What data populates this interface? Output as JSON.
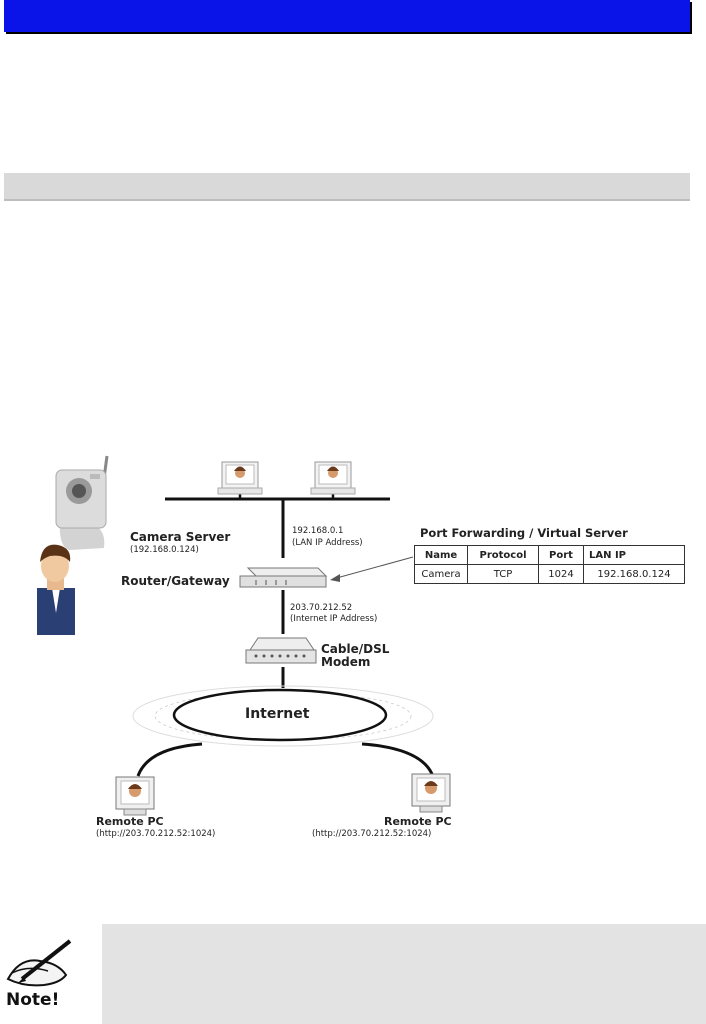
{
  "diagram": {
    "camera_server_label": "Camera Server",
    "camera_server_ip": "(192.168.0.124)",
    "lan_ip": "192.168.0.1",
    "lan_ip_caption": "(LAN IP Address)",
    "router_label": "Router/Gateway",
    "internet_ip": "203.70.212.52",
    "internet_ip_caption": "(Internet IP Address)",
    "modem_label_line1": "Cable/DSL",
    "modem_label_line2": "Modem",
    "internet_label": "Internet",
    "remote_pc_left_label": "Remote PC",
    "remote_pc_left_url": "(http://203.70.212.52:1024)",
    "remote_pc_right_label": "Remote PC",
    "remote_pc_right_url": "(http://203.70.212.52:1024)"
  },
  "port_forwarding": {
    "title": "Port Forwarding / Virtual Server",
    "headers": [
      "Name",
      "Protocol",
      "Port",
      "LAN IP"
    ],
    "row": [
      "Camera",
      "TCP",
      "1024",
      "192.168.0.124"
    ]
  },
  "note": {
    "label": "Note!",
    "text": ""
  },
  "colors": {
    "title_bar": "#0a14e8",
    "section_bar": "#d9d9d9",
    "note_box": "#e3e3e3"
  }
}
